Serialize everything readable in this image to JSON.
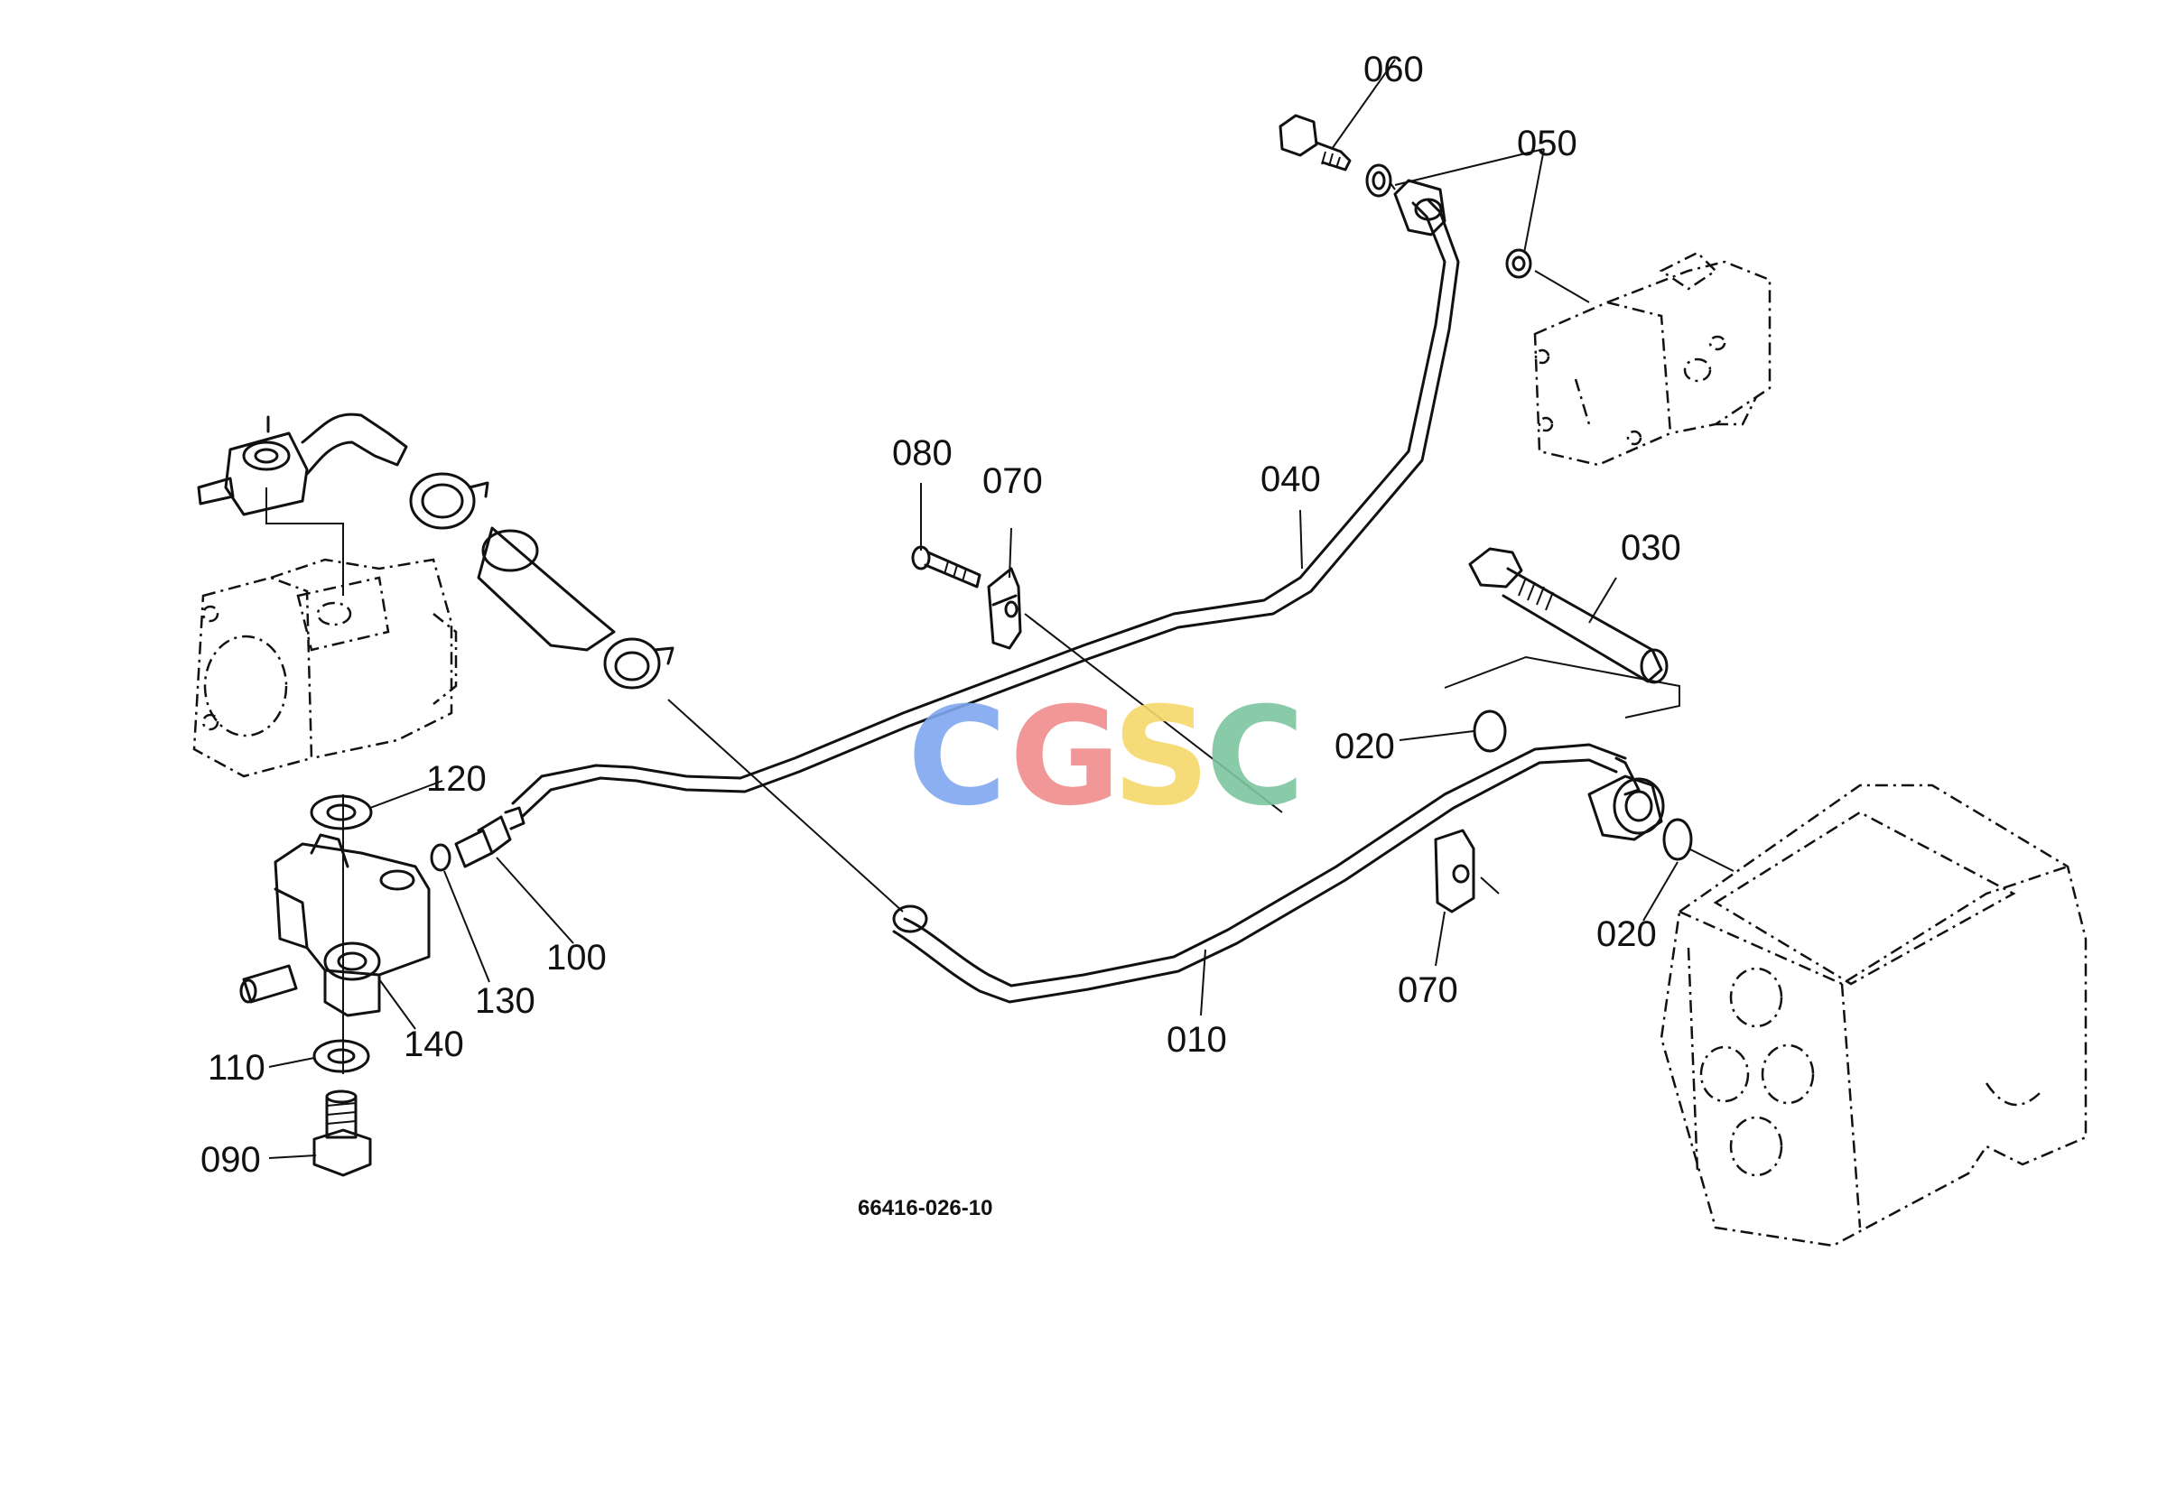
{
  "diagram": {
    "drawing_code": "66416-026-10",
    "labels": {
      "p010": "010",
      "p020a": "020",
      "p020b": "020",
      "p030": "030",
      "p040": "040",
      "p050": "050",
      "p060": "060",
      "p070a": "070",
      "p070b": "070",
      "p080": "080",
      "p090": "090",
      "p100": "100",
      "p110": "110",
      "p120": "120",
      "p130": "130",
      "p140": "140"
    }
  },
  "watermark": {
    "letters": [
      "C",
      "G",
      "S",
      "C"
    ],
    "colors": [
      "#7ea6f0",
      "#f08c8c",
      "#f5d86a",
      "#7cc4a0"
    ]
  }
}
